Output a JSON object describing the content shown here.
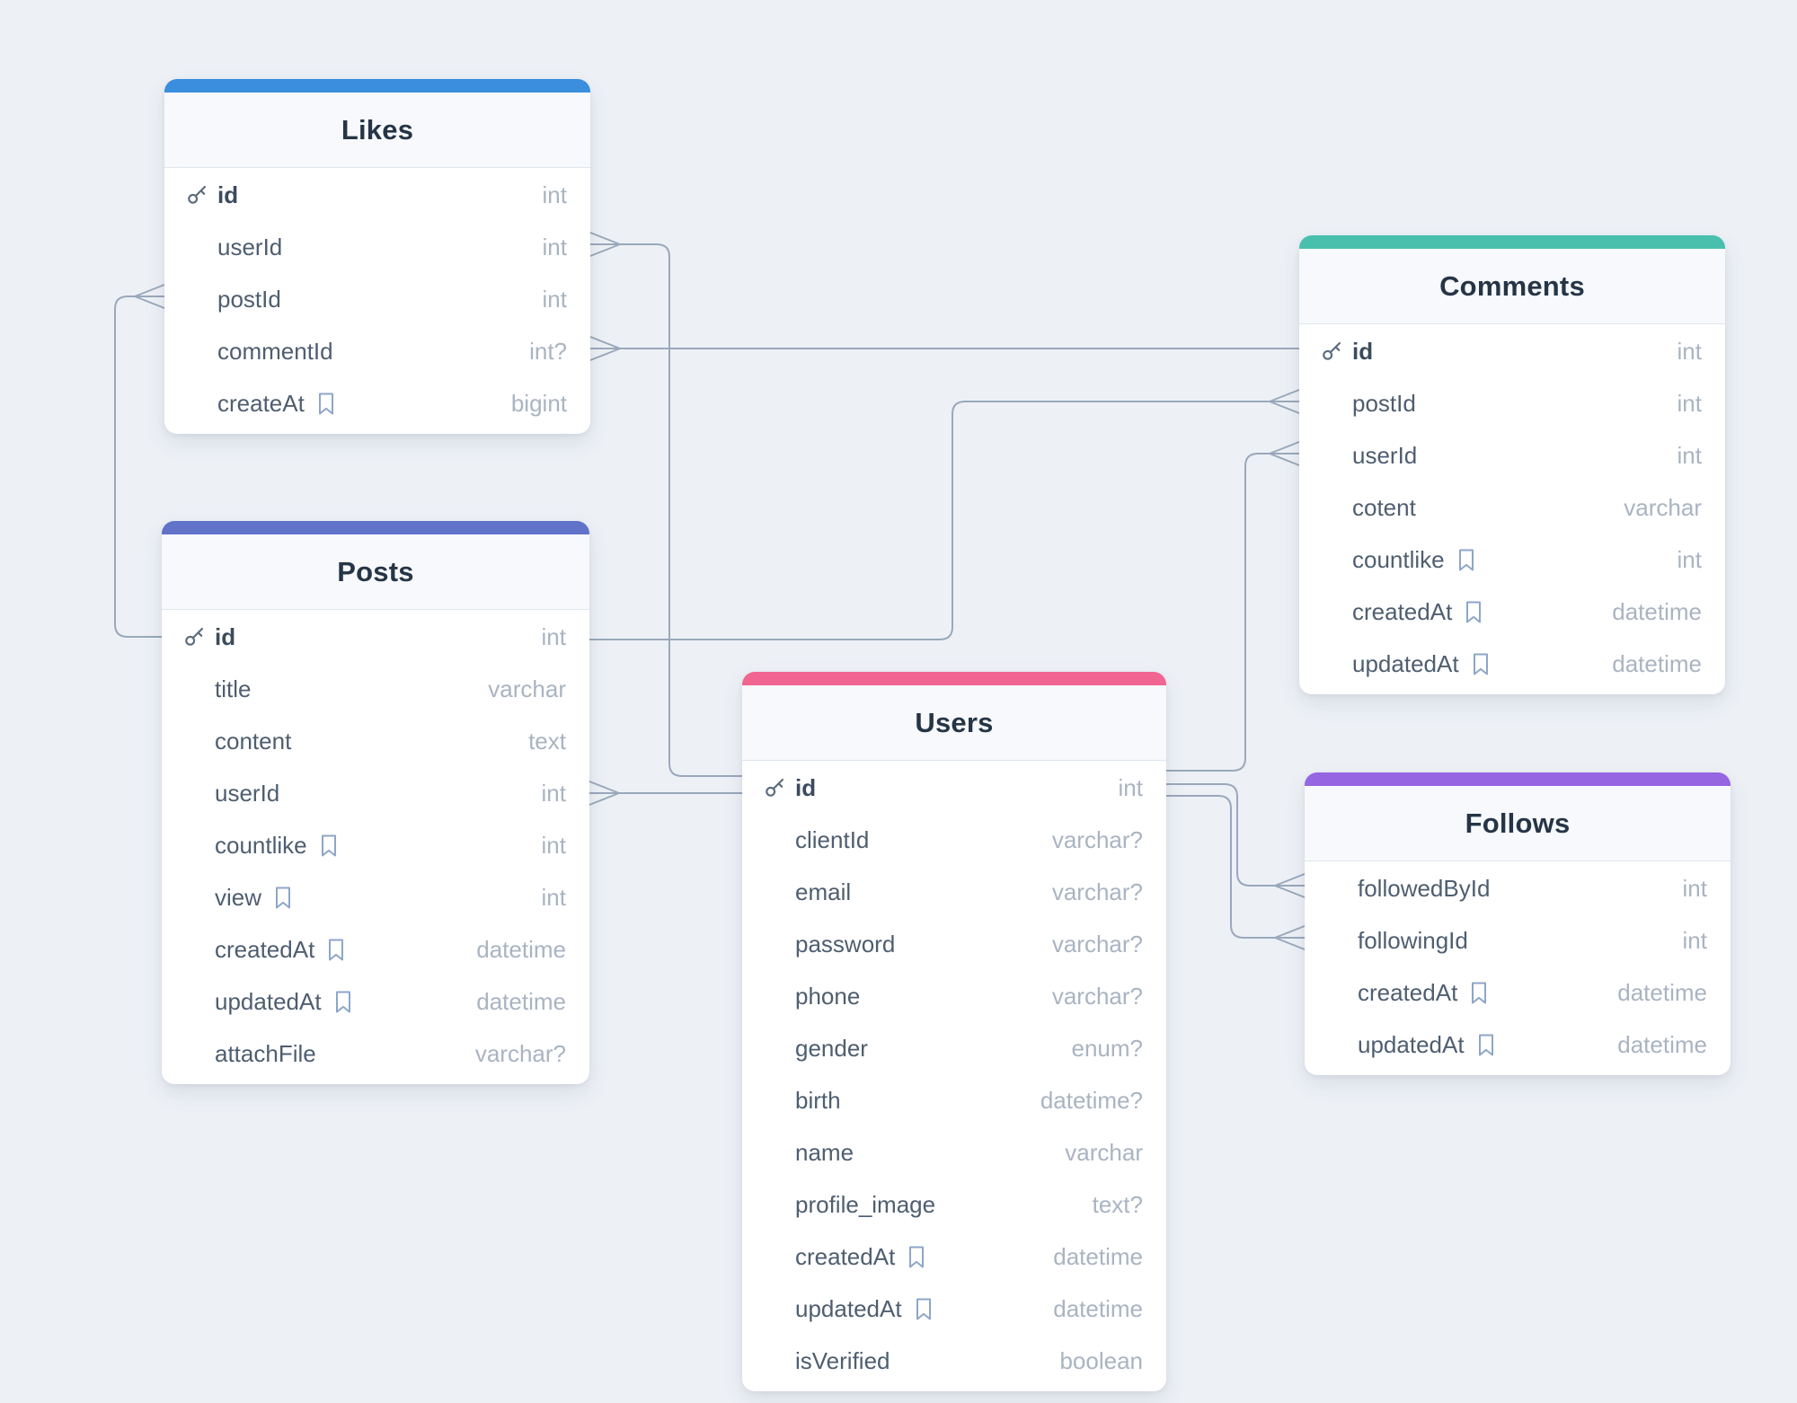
{
  "colors": {
    "background": "#edf1f6",
    "wire": "#9aa8bb",
    "likes_accent": "#3a8edd",
    "posts_accent": "#6172c9",
    "users_accent": "#f06591",
    "comments_accent": "#49bfad",
    "follows_accent": "#9565e2"
  },
  "tables": [
    {
      "key": "likes",
      "title": "Likes",
      "accent": "#3a8edd",
      "fields": [
        {
          "name": "id",
          "type": "int",
          "pk": true
        },
        {
          "name": "userId",
          "type": "int"
        },
        {
          "name": "postId",
          "type": "int"
        },
        {
          "name": "commentId",
          "type": "int?"
        },
        {
          "name": "createAt",
          "type": "bigint",
          "bookmark": true
        }
      ]
    },
    {
      "key": "posts",
      "title": "Posts",
      "accent": "#6172c9",
      "fields": [
        {
          "name": "id",
          "type": "int",
          "pk": true
        },
        {
          "name": "title",
          "type": "varchar"
        },
        {
          "name": "content",
          "type": "text"
        },
        {
          "name": "userId",
          "type": "int"
        },
        {
          "name": "countlike",
          "type": "int",
          "bookmark": true
        },
        {
          "name": "view",
          "type": "int",
          "bookmark": true
        },
        {
          "name": "createdAt",
          "type": "datetime",
          "bookmark": true
        },
        {
          "name": "updatedAt",
          "type": "datetime",
          "bookmark": true
        },
        {
          "name": "attachFile",
          "type": "varchar?"
        }
      ]
    },
    {
      "key": "users",
      "title": "Users",
      "accent": "#f06591",
      "fields": [
        {
          "name": "id",
          "type": "int",
          "pk": true
        },
        {
          "name": "clientId",
          "type": "varchar?"
        },
        {
          "name": "email",
          "type": "varchar?"
        },
        {
          "name": "password",
          "type": "varchar?"
        },
        {
          "name": "phone",
          "type": "varchar?"
        },
        {
          "name": "gender",
          "type": "enum?"
        },
        {
          "name": "birth",
          "type": "datetime?"
        },
        {
          "name": "name",
          "type": "varchar"
        },
        {
          "name": "profile_image",
          "type": "text?"
        },
        {
          "name": "createdAt",
          "type": "datetime",
          "bookmark": true
        },
        {
          "name": "updatedAt",
          "type": "datetime",
          "bookmark": true
        },
        {
          "name": "isVerified",
          "type": "boolean"
        }
      ]
    },
    {
      "key": "comments",
      "title": "Comments",
      "accent": "#49bfad",
      "fields": [
        {
          "name": "id",
          "type": "int",
          "pk": true
        },
        {
          "name": "postId",
          "type": "int"
        },
        {
          "name": "userId",
          "type": "int"
        },
        {
          "name": "cotent",
          "type": "varchar"
        },
        {
          "name": "countlike",
          "type": "int",
          "bookmark": true
        },
        {
          "name": "createdAt",
          "type": "datetime",
          "bookmark": true
        },
        {
          "name": "updatedAt",
          "type": "datetime",
          "bookmark": true
        }
      ]
    },
    {
      "key": "follows",
      "title": "Follows",
      "accent": "#9565e2",
      "fields": [
        {
          "name": "followedById",
          "type": "int"
        },
        {
          "name": "followingId",
          "type": "int"
        },
        {
          "name": "createdAt",
          "type": "datetime",
          "bookmark": true
        },
        {
          "name": "updatedAt",
          "type": "datetime",
          "bookmark": true
        }
      ]
    }
  ],
  "relationships": [
    {
      "from": "Likes.userId",
      "to": "Users.id"
    },
    {
      "from": "Likes.postId",
      "to": "Posts.id"
    },
    {
      "from": "Likes.commentId",
      "to": "Comments.id"
    },
    {
      "from": "Posts.userId",
      "to": "Users.id"
    },
    {
      "from": "Comments.postId",
      "to": "Posts.id"
    },
    {
      "from": "Comments.userId",
      "to": "Users.id"
    },
    {
      "from": "Follows.followedById",
      "to": "Users.id"
    },
    {
      "from": "Follows.followingId",
      "to": "Users.id"
    }
  ]
}
